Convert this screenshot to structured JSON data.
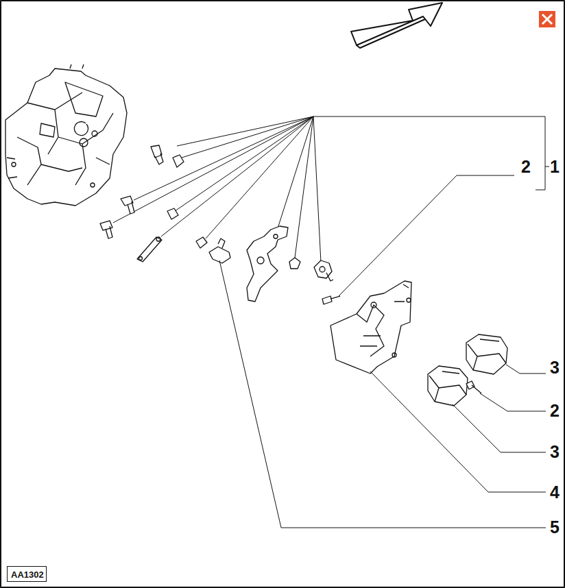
{
  "diagram": {
    "nodes": [
      {
        "text": [
          "AA1302"
        ]
      }
    ],
    "labels": [
      "2",
      "1",
      "3",
      "2",
      "3",
      "4",
      "5"
    ]
  }
}
